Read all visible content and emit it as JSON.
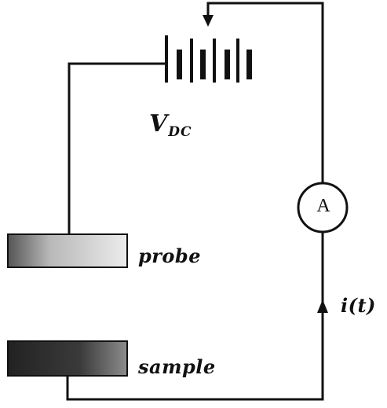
{
  "labels": {
    "voltage_main": "V",
    "voltage_sub": "DC",
    "probe": "probe",
    "sample": "sample",
    "current": "i(t)",
    "ammeter": "A"
  },
  "colors": {
    "wire": "#111111",
    "probe_dark": "#4a4a4a",
    "probe_light": "#e8e8e8",
    "sample_dark": "#1e1e1e",
    "sample_light": "#8a8a8a"
  }
}
